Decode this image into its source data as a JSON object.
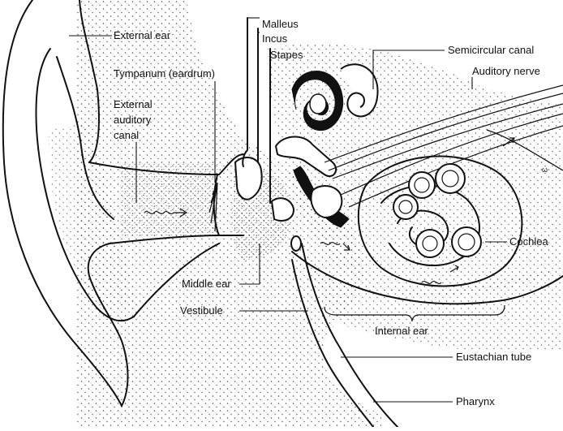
{
  "diagram": {
    "labels": {
      "external_ear": "External ear",
      "malleus": "Malleus",
      "incus": "Incus",
      "stapes": "Stapes",
      "tympanum": "Tympanum (eardrum)",
      "external_canal_line1": "External",
      "external_canal_line2": "auditory",
      "external_canal_line3": "canal",
      "semicircular_canal": "Semicircular canal",
      "auditory_nerve": "Auditory nerve",
      "cochlea": "Cochlea",
      "middle_ear": "Middle ear",
      "vestibule": "Vestibule",
      "internal_ear": "Internal ear",
      "eustachian_tube": "Eustachian tube",
      "pharynx": "Pharynx"
    }
  }
}
